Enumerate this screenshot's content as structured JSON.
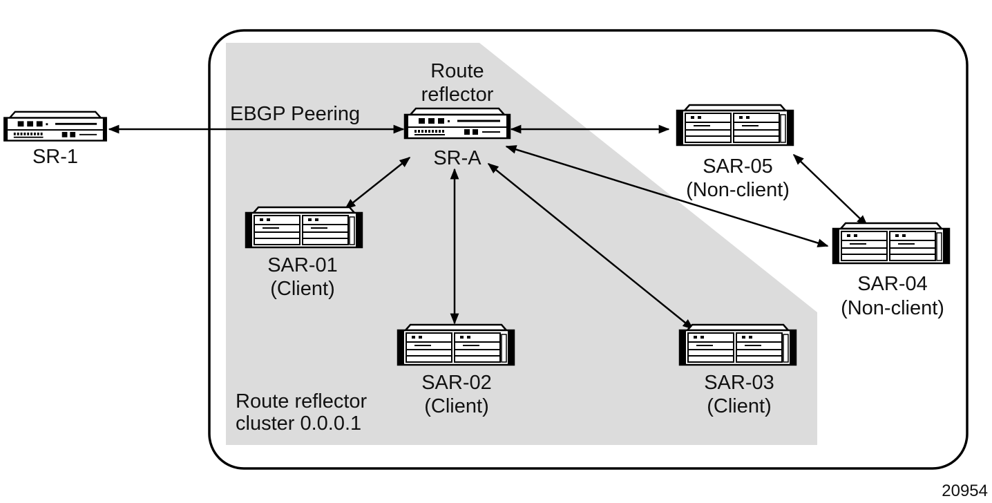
{
  "figure_id": "20954",
  "ebgp_label": "EBGP Peering",
  "cluster_label": [
    "Route reflector",
    "cluster 0.0.0.1"
  ],
  "nodes": {
    "sr1": {
      "name": "SR-1"
    },
    "sra": {
      "role": [
        "Route",
        "reflector"
      ],
      "name": "SR-A"
    },
    "sar01": {
      "name": "SAR-01",
      "role": "(Client)"
    },
    "sar02": {
      "name": "SAR-02",
      "role": "(Client)"
    },
    "sar03": {
      "name": "SAR-03",
      "role": "(Client)"
    },
    "sar04": {
      "name": "SAR-04",
      "role": "(Non-client)"
    },
    "sar05": {
      "name": "SAR-05",
      "role": "(Non-client)"
    }
  },
  "links": [
    {
      "from": "SR-1",
      "to": "SR-A",
      "label": "EBGP Peering"
    },
    {
      "from": "SR-A",
      "to": "SAR-05"
    },
    {
      "from": "SR-A",
      "to": "SAR-01"
    },
    {
      "from": "SR-A",
      "to": "SAR-02"
    },
    {
      "from": "SR-A",
      "to": "SAR-03"
    },
    {
      "from": "SR-A",
      "to": "SAR-04"
    },
    {
      "from": "SAR-05",
      "to": "SAR-04"
    }
  ]
}
